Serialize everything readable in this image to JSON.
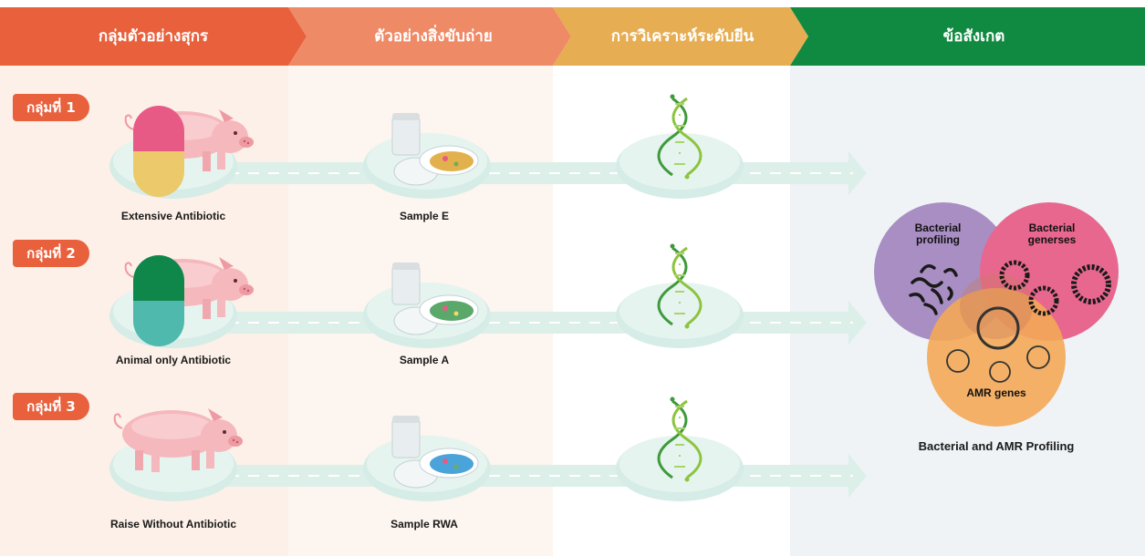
{
  "header": {
    "columns": [
      {
        "label": "กลุ่มตัวอย่างสุกร",
        "color": "#e8603c"
      },
      {
        "label": "ตัวอย่างสิ่งขับถ่าย",
        "color": "#ee8a66"
      },
      {
        "label": "การวิเคราะห์ระดับยีน",
        "color": "#e6ad52"
      },
      {
        "label": "ข้อสังเกต",
        "color": "#108a40"
      }
    ]
  },
  "groups": [
    {
      "tag": "กลุ่มที่ 1",
      "pig_caption": "Extensive Antibiotic",
      "sample_caption": "Sample E",
      "capsule_top": "#e85a86",
      "capsule_bottom": "#ecc96a",
      "dish_fill": "#e2b14e"
    },
    {
      "tag": "กลุ่มที่ 2",
      "pig_caption": "Animal only Antibiotic",
      "sample_caption": "Sample A",
      "capsule_top": "#10874a",
      "capsule_bottom": "#4fb9ae",
      "dish_fill": "#5aa86a"
    },
    {
      "tag": "กลุ่มที่ 3",
      "pig_caption": "Raise Without Antibiotic",
      "sample_caption": "Sample RWA",
      "capsule_top": null,
      "capsule_bottom": null,
      "dish_fill": "#4aa3d9"
    }
  ],
  "venn": {
    "bacterial_profiling": "Bacterial profiling",
    "bacterial_genomes": "Bacterial generses",
    "amr_genes": "AMR genes",
    "colors": {
      "profiling": "#a98ec4",
      "genomes": "#e8678f",
      "amr": "#f3a957"
    }
  },
  "summary": "Bacterial and AMR Profiling"
}
